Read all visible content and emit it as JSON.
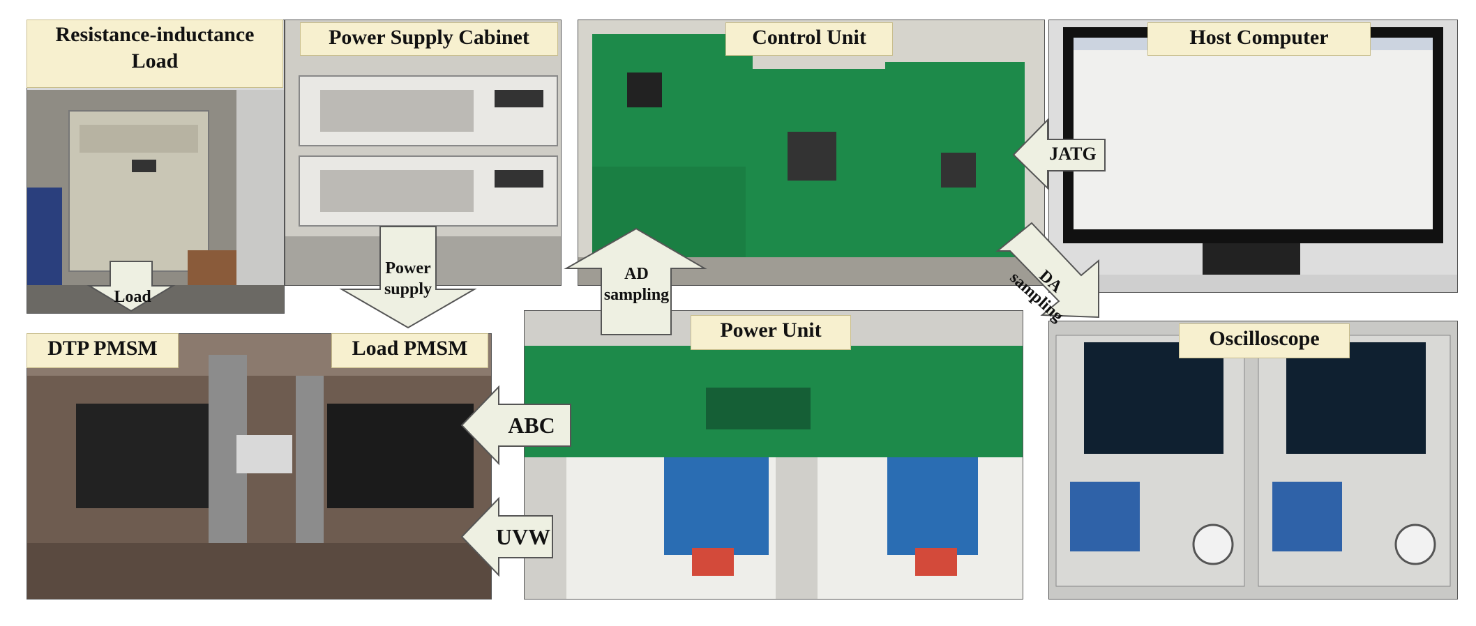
{
  "labels": {
    "rl_load": "Resistance-inductance\nLoad",
    "power_cabinet": "Power Supply Cabinet",
    "control_unit": "Control Unit",
    "host_computer": "Host Computer",
    "dtp_pmsm": "DTP PMSM",
    "load_pmsm": "Load PMSM",
    "power_unit": "Power Unit",
    "oscilloscope": "Oscilloscope"
  },
  "arrows": {
    "load": "Load",
    "power_supply": "Power\nsupply",
    "ad_sampling": "AD\nsampling",
    "jatg": "JATG",
    "da_sampling": "DA\nsampling",
    "abc": "ABC",
    "uvw": "UVW"
  },
  "colors": {
    "label_bg": "#f7f0cf",
    "arrow_fill": "#eef0e2",
    "pcb_green": "#1d8a4a",
    "metal_gray": "#b9b6ad"
  }
}
